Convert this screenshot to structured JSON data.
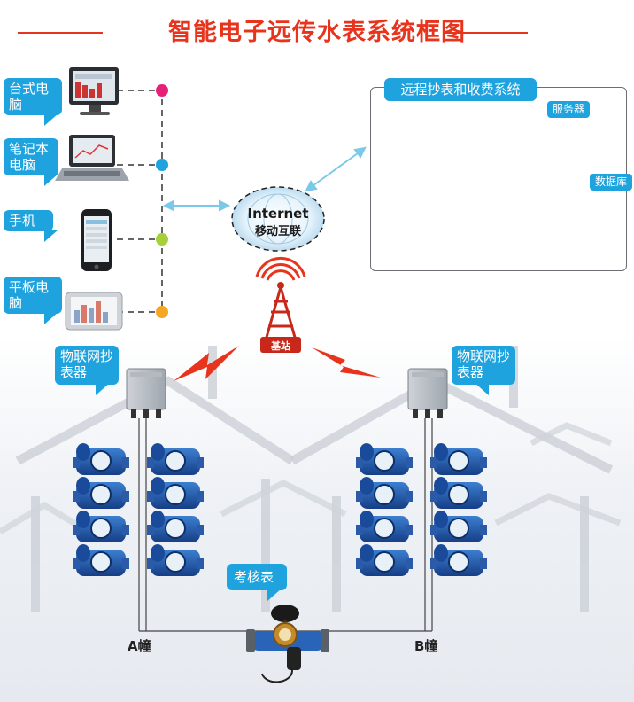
{
  "title": "智能电子远传水表系统框图",
  "devices": [
    {
      "label": "台式电脑"
    },
    {
      "label": "笔记本电脑"
    },
    {
      "label": "手机"
    },
    {
      "label": "平板电脑"
    }
  ],
  "network": {
    "line1": "Internet",
    "line2": "移动互联"
  },
  "system": {
    "title": "远程抄表和收费系统",
    "server": "服务器",
    "database": "数据库"
  },
  "tower_label": "基站",
  "reader_label": "物联网抄表器",
  "check_meter_label": "考核表",
  "buildings": {
    "a": "A幢",
    "b": "B幢"
  },
  "colors": {
    "accent": "#1ea3df",
    "title": "#e8341c",
    "dot_pink": "#e6207a",
    "dot_blue": "#1ea3df",
    "dot_green": "#a6cf3a",
    "dot_orange": "#f5a623"
  }
}
